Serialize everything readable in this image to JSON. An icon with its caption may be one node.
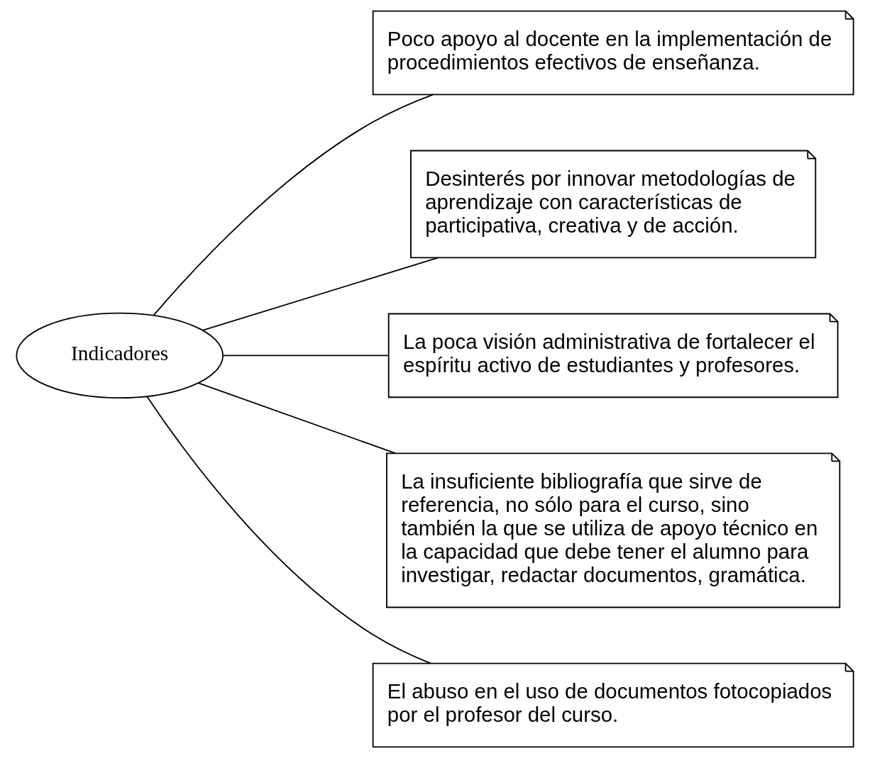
{
  "diagram": {
    "nodes": [
      {
        "text": [
          "Indicadores"
        ]
      },
      {
        "text": [
          "Poco apoyo al docente en la implementación de procedimientos efectivos de enseñanza."
        ]
      },
      {
        "text": [
          "Desinterés por innovar metodologías de aprendizaje con características de participativa, creativa y de acción."
        ]
      },
      {
        "text": [
          "La poca visión administrativa de fortalecer el espíritu activo de estudiantes y profesores."
        ]
      },
      {
        "text": [
          "La insuficiente bibliografía que sirve de referencia, no sólo para el curso, sino también la que se utiliza de apoyo técnico en la capacidad que debe tener el alumno para investigar, redactar documentos, gramática."
        ]
      },
      {
        "text": [
          "El abuso en el uso de documentos fotocopiados por el profesor del curso."
        ]
      }
    ],
    "edges": [
      {
        "from": 0,
        "to": 1,
        "arrow": "none"
      },
      {
        "from": 0,
        "to": 2,
        "arrow": "none"
      },
      {
        "from": 0,
        "to": 3,
        "arrow": "none"
      },
      {
        "from": 0,
        "to": 4,
        "arrow": "none"
      },
      {
        "from": 0,
        "to": 5,
        "arrow": "none"
      }
    ]
  }
}
